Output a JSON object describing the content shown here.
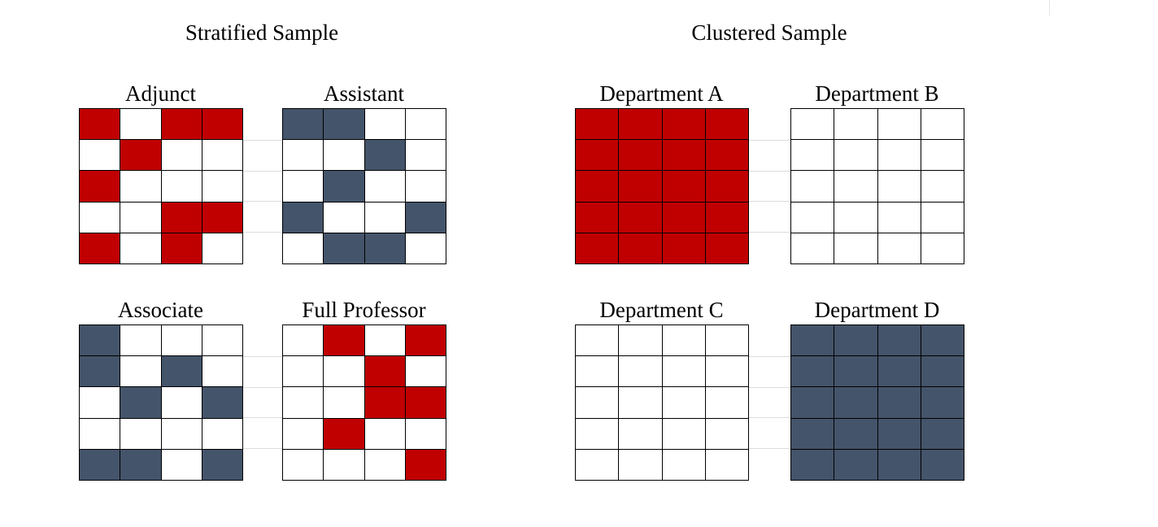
{
  "colors": {
    "red": "#c00000",
    "navy": "#44546a",
    "empty": "#ffffff"
  },
  "stratified": {
    "title": "Stratified Sample",
    "panels": [
      {
        "id": "adjunct",
        "label": "Adjunct",
        "cells": [
          [
            "red",
            "empty",
            "red",
            "red"
          ],
          [
            "empty",
            "red",
            "empty",
            "empty"
          ],
          [
            "red",
            "empty",
            "empty",
            "empty"
          ],
          [
            "empty",
            "empty",
            "red",
            "red"
          ],
          [
            "red",
            "empty",
            "red",
            "empty"
          ]
        ]
      },
      {
        "id": "assistant",
        "label": "Assistant",
        "cells": [
          [
            "navy",
            "navy",
            "empty",
            "empty"
          ],
          [
            "empty",
            "empty",
            "navy",
            "empty"
          ],
          [
            "empty",
            "navy",
            "empty",
            "empty"
          ],
          [
            "navy",
            "empty",
            "empty",
            "navy"
          ],
          [
            "empty",
            "navy",
            "navy",
            "empty"
          ]
        ]
      },
      {
        "id": "associate",
        "label": "Associate",
        "cells": [
          [
            "navy",
            "empty",
            "empty",
            "empty"
          ],
          [
            "navy",
            "empty",
            "navy",
            "empty"
          ],
          [
            "empty",
            "navy",
            "empty",
            "navy"
          ],
          [
            "empty",
            "empty",
            "empty",
            "empty"
          ],
          [
            "navy",
            "navy",
            "empty",
            "navy"
          ]
        ]
      },
      {
        "id": "full-professor",
        "label": "Full Professor",
        "cells": [
          [
            "empty",
            "red",
            "empty",
            "red"
          ],
          [
            "empty",
            "empty",
            "red",
            "empty"
          ],
          [
            "empty",
            "empty",
            "red",
            "red"
          ],
          [
            "empty",
            "red",
            "empty",
            "empty"
          ],
          [
            "empty",
            "empty",
            "empty",
            "red"
          ]
        ]
      }
    ]
  },
  "clustered": {
    "title": "Clustered Sample",
    "panels": [
      {
        "id": "department-a",
        "label": "Department A",
        "cells": [
          [
            "red",
            "red",
            "red",
            "red"
          ],
          [
            "red",
            "red",
            "red",
            "red"
          ],
          [
            "red",
            "red",
            "red",
            "red"
          ],
          [
            "red",
            "red",
            "red",
            "red"
          ],
          [
            "red",
            "red",
            "red",
            "red"
          ]
        ]
      },
      {
        "id": "department-b",
        "label": "Department B",
        "cells": [
          [
            "empty",
            "empty",
            "empty",
            "empty"
          ],
          [
            "empty",
            "empty",
            "empty",
            "empty"
          ],
          [
            "empty",
            "empty",
            "empty",
            "empty"
          ],
          [
            "empty",
            "empty",
            "empty",
            "empty"
          ],
          [
            "empty",
            "empty",
            "empty",
            "empty"
          ]
        ]
      },
      {
        "id": "department-c",
        "label": "Department C",
        "cells": [
          [
            "empty",
            "empty",
            "empty",
            "empty"
          ],
          [
            "empty",
            "empty",
            "empty",
            "empty"
          ],
          [
            "empty",
            "empty",
            "empty",
            "empty"
          ],
          [
            "empty",
            "empty",
            "empty",
            "empty"
          ],
          [
            "empty",
            "empty",
            "empty",
            "empty"
          ]
        ]
      },
      {
        "id": "department-d",
        "label": "Department D",
        "cells": [
          [
            "navy",
            "navy",
            "navy",
            "navy"
          ],
          [
            "navy",
            "navy",
            "navy",
            "navy"
          ],
          [
            "navy",
            "navy",
            "navy",
            "navy"
          ],
          [
            "navy",
            "navy",
            "navy",
            "navy"
          ],
          [
            "navy",
            "navy",
            "navy",
            "navy"
          ]
        ]
      }
    ]
  }
}
